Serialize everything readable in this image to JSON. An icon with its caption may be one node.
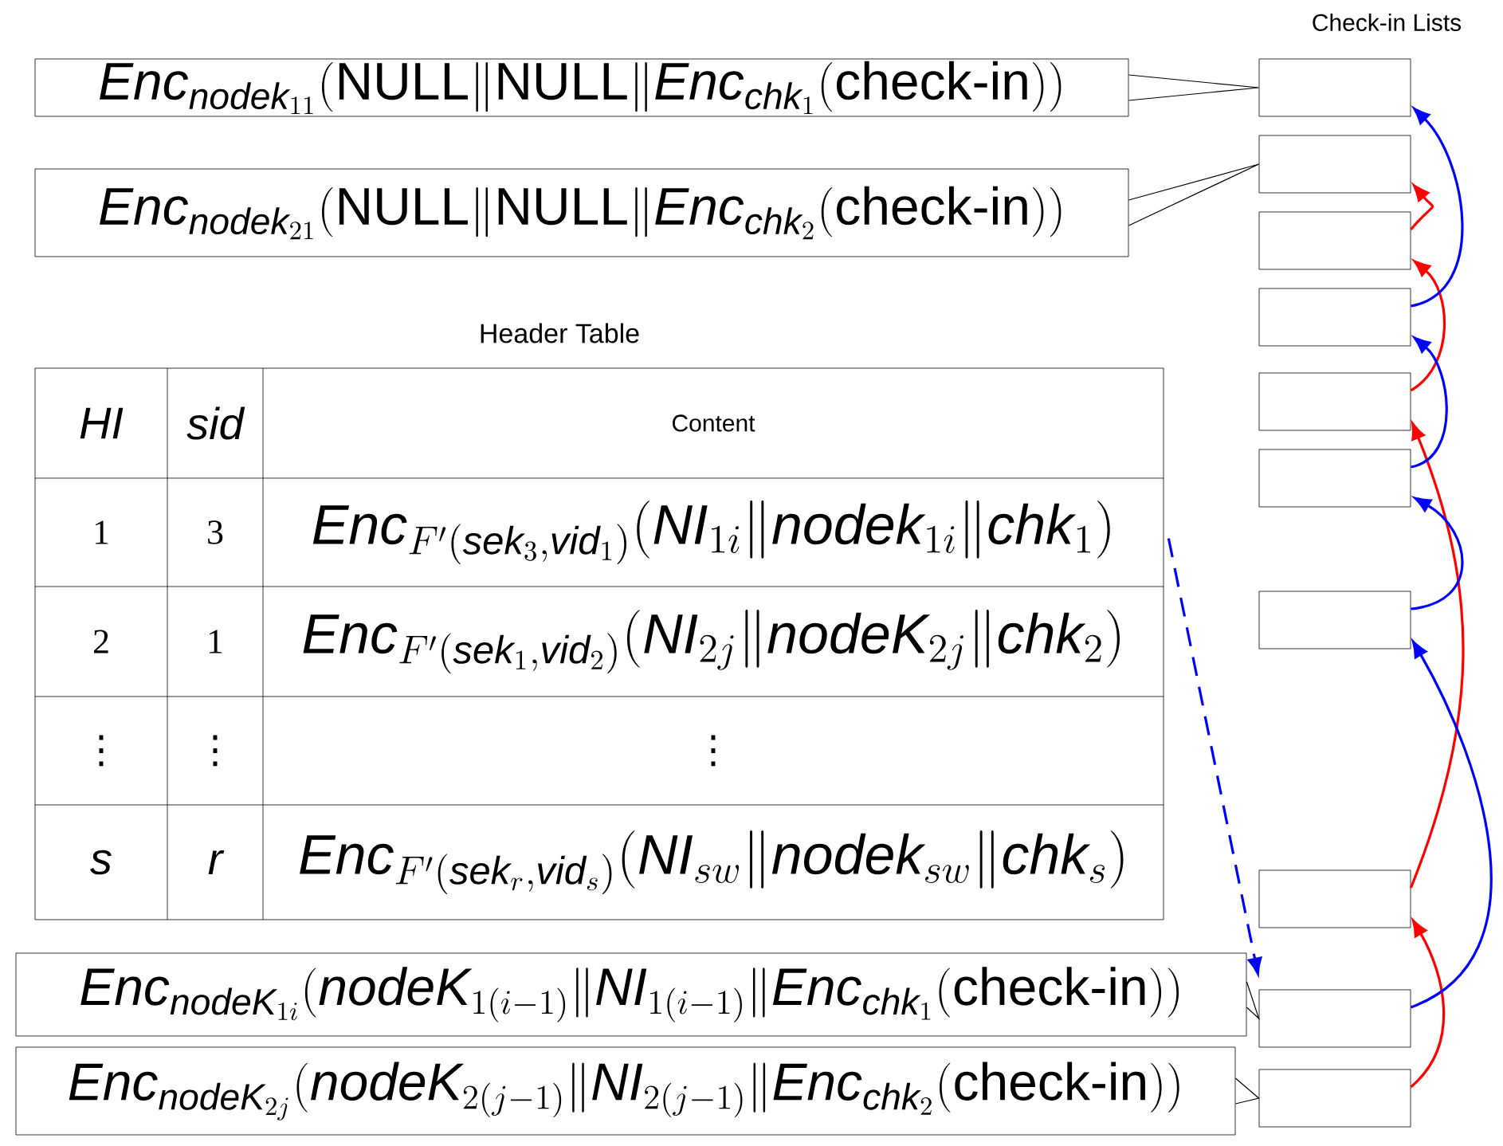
{
  "diagram": {
    "nodes": [
      {
        "text": [
          "\\mathit{Enc}_{\\mathit{nodek}_{11}}(\\mathrm{NULL}\\|\\mathrm{NULL}\\|\\mathit{Enc}_{\\mathit{chk}_1}(\\text{check-in}))"
        ]
      },
      {
        "text": [
          "\\mathit{Enc}_{\\mathit{nodek}_{21}}(\\mathrm{NULL}\\|\\mathrm{NULL}\\|\\mathit{Enc}_{\\mathit{chk}_2}(\\text{check-in}))"
        ]
      },
      {
        "text": [
          "Header Table"
        ]
      },
      {
        "text": [
          "\\mathit{Enc}_{\\mathit{nodeK}_{1i}}(\\mathit{nodeK}_{1(i-1)}\\|\\mathit{NI}_{1(i-1)}\\|\\mathit{Enc}_{\\mathit{chk}_1}(\\text{check-in}))"
        ]
      },
      {
        "text": [
          "\\mathit{Enc}_{\\mathit{nodeK}_{2j}}(\\mathit{nodeK}_{2(j-1)}\\|\\mathit{NI}_{2(j-1)}\\|\\mathit{Enc}_{\\mathit{chk}_2}(\\text{check-in}))"
        ]
      },
      {
        "text": [],
        "shape": "box"
      },
      {
        "text": [],
        "shape": "box"
      },
      {
        "text": [],
        "shape": "box"
      },
      {
        "text": [],
        "shape": "box"
      },
      {
        "text": [],
        "shape": "box"
      },
      {
        "text": [],
        "shape": "box"
      },
      {
        "text": [],
        "shape": "box"
      },
      {
        "text": [],
        "shape": "box"
      },
      {
        "text": [],
        "shape": "box"
      },
      {
        "text": [],
        "shape": "box"
      }
    ],
    "edges": [
      {
        "from": 0,
        "to": 5,
        "arrow": "none",
        "color": "#000000"
      },
      {
        "from": 1,
        "to": 6,
        "arrow": "none",
        "color": "#000000"
      },
      {
        "from": 3,
        "to": 13,
        "arrow": "none",
        "color": "#000000"
      },
      {
        "from": 4,
        "to": 14,
        "arrow": "none",
        "color": "#000000"
      },
      {
        "from": 2,
        "to": 13,
        "arrow": "to",
        "style": "dashed",
        "color": "#0000ff"
      },
      {
        "from": 14,
        "to": 12,
        "arrow": "to",
        "color": "#ff0000"
      },
      {
        "from": 12,
        "to": 9,
        "arrow": "to",
        "color": "#ff0000"
      },
      {
        "from": 9,
        "to": 7,
        "arrow": "to",
        "color": "#ff0000"
      },
      {
        "from": 7,
        "to": 6,
        "arrow": "to",
        "color": "#ff0000"
      },
      {
        "from": 13,
        "to": 11,
        "arrow": "to",
        "color": "#0000ff"
      },
      {
        "from": 11,
        "to": 10,
        "arrow": "to",
        "color": "#0000ff"
      },
      {
        "from": 10,
        "to": 8,
        "arrow": "to",
        "color": "#0000ff"
      },
      {
        "from": 8,
        "to": 5,
        "arrow": "to",
        "color": "#0000ff"
      }
    ],
    "labels": [
      "Check-in Lists",
      "HI",
      "sid",
      "Content",
      "1",
      "3",
      "\\mathit{Enc}_{F'(\\mathit{sek}_3,\\mathit{vid}_1)}(\\mathit{NI}_{1i}\\|\\mathit{nodek}_{1i}\\|\\mathit{chk}_1)",
      "2",
      "1",
      "\\mathit{Enc}_{F'(\\mathit{sek}_1,\\mathit{vid}_2)}(\\mathit{NI}_{2j}\\|\\mathit{nodeK}_{2j}\\|\\mathit{chk}_2)",
      "⋮",
      "⋮",
      "⋮",
      "s",
      "r",
      "\\mathit{Enc}_{F'(\\mathit{sek}_r,\\mathit{vid}_s)}(\\mathit{NI}_{sw}\\|\\mathit{nodek}_{sw}\\|\\mathit{chk}_s)"
    ]
  }
}
